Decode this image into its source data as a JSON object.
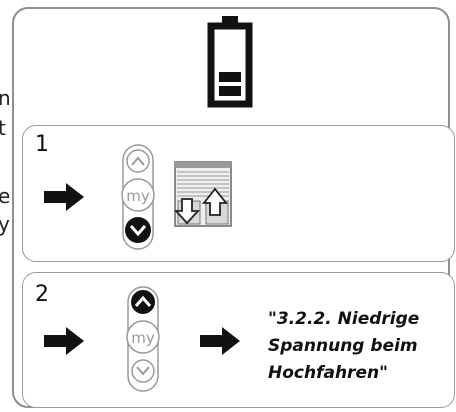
{
  "edge_fragments": [
    "n",
    "t",
    "e",
    "y"
  ],
  "step1": {
    "number": "1"
  },
  "step2": {
    "number": "2",
    "caption_lines": [
      "\"3.2.2. Niedrige",
      "Spannung beim",
      "Hochfahren\""
    ]
  },
  "remote_labels": {
    "my_button": "my"
  },
  "icons": {
    "battery": "battery-low-icon",
    "arrow": "arrow-right-icon",
    "up": "chevron-up-icon",
    "down": "chevron-down-icon",
    "blind": "roller-blind-icon"
  },
  "colors": {
    "border": "#8f8f8f",
    "icon": "#111111",
    "button_outline": "#9a9a9a"
  }
}
